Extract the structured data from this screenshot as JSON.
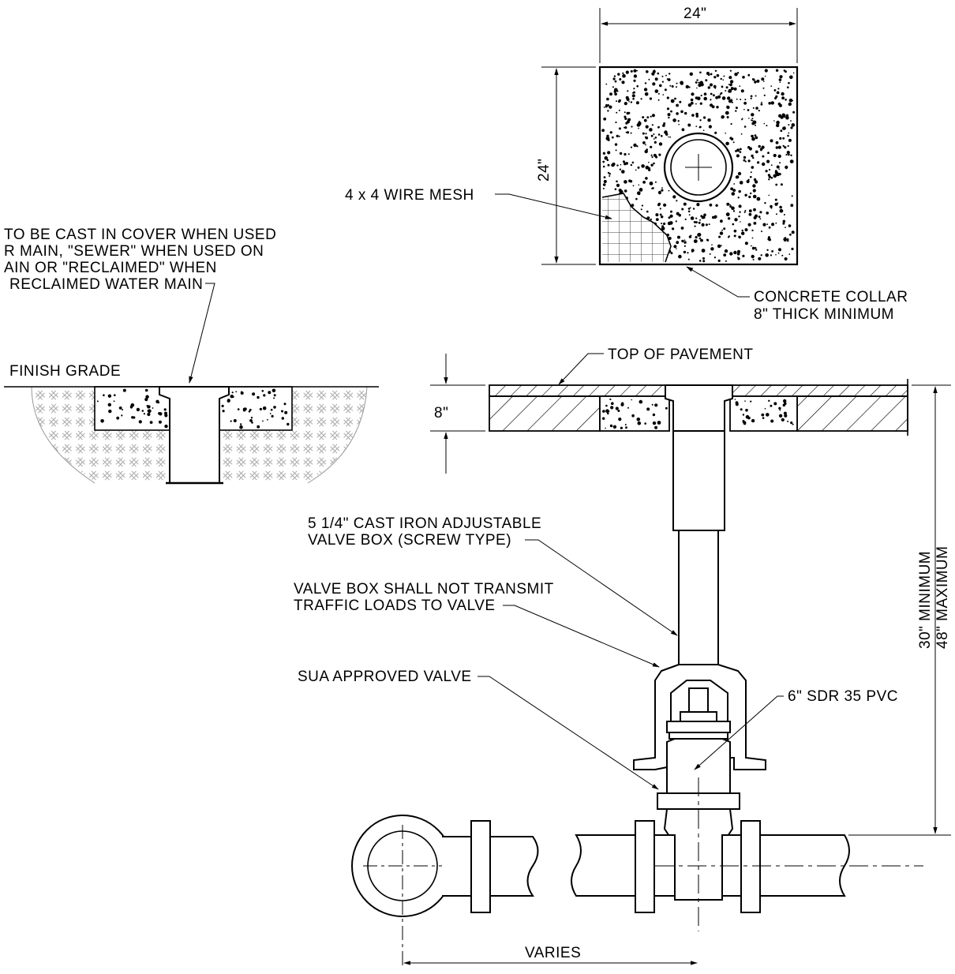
{
  "labels": {
    "cover_note": [
      "TO BE CAST IN COVER WHEN USED",
      "R MAIN, \"SEWER\" WHEN USED ON",
      "AIN OR \"RECLAIMED\" WHEN",
      "RECLAIMED WATER MAIN"
    ],
    "finish_grade": "FINISH GRADE",
    "wire_mesh": "4 x 4 WIRE MESH",
    "collar": [
      "CONCRETE COLLAR",
      "8\" THICK MINIMUM"
    ],
    "top_of_pavement": "TOP OF PAVEMENT",
    "valve_box": [
      "5 1/4\" CAST IRON ADJUSTABLE",
      "VALVE BOX (SCREW TYPE)"
    ],
    "no_transmit": [
      "VALVE BOX SHALL NOT TRANSMIT",
      "TRAFFIC LOADS TO VALVE"
    ],
    "approved_valve": "SUA APPROVED VALVE",
    "pvc": "6\" SDR 35 PVC",
    "varies": "VARIES"
  },
  "dimensions": {
    "plan_width": "24\"",
    "plan_height": "24\"",
    "pavement_thickness": "8\"",
    "depth_min": "30\" MINIMUM",
    "depth_max": "48\" MAXIMUM"
  }
}
